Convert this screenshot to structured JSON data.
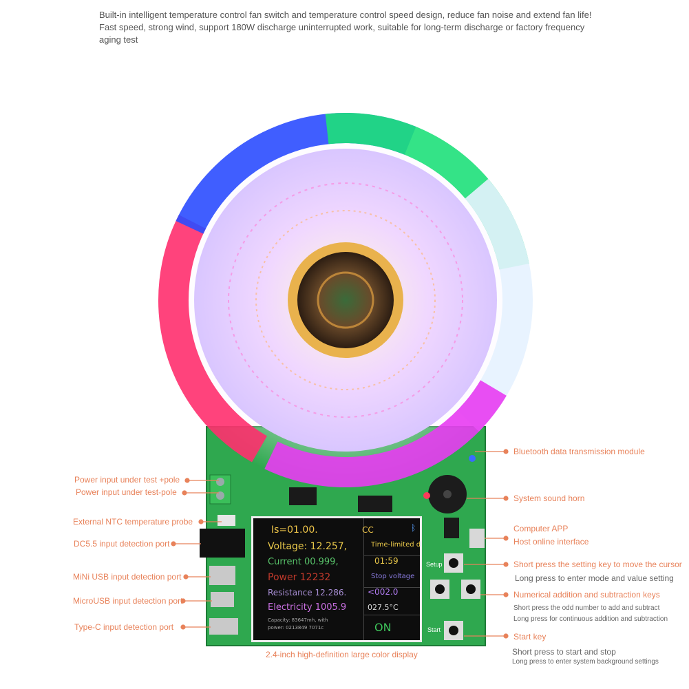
{
  "intro": "Built-in intelligent temperature control fan switch and temperature control speed design, reduce fan noise and extend fan life! Fast speed, strong wind, support 180W discharge uninterrupted work, suitable for long-term discharge or factory frequency aging test",
  "labels_left": [
    "Power input under test +pole",
    "Power input under test-pole",
    "External NTC temperature probe",
    "DC5.5 input detection port",
    "MiNi USB input detection port",
    "MicroUSB input detection port",
    "Type-C input detection port"
  ],
  "labels_right": {
    "bluetooth": "Bluetooth data transmission module",
    "horn": "System sound horn",
    "app": "Computer APP",
    "host": "Host online interface",
    "setup_title": "Short press the setting key to move the cursor",
    "setup_sub": "Long press to enter mode and value setting",
    "num_title": "Numerical addition and subtraction keys",
    "num_sub1": "Short press the odd number to add and subtract",
    "num_sub2": "Long press for continuous addition and subtraction",
    "start_title": "Start key",
    "start_sub1": "Short press to start and stop",
    "start_sub2": "Long press to enter system background settings"
  },
  "display_caption": "2.4-inch high-definition large color display",
  "screen": {
    "is": "Is=01.00.",
    "mode": "CC",
    "voltage": "Voltage: 12.257,",
    "current": "Current 00.999,",
    "power": "Power 12232",
    "resistance": "Resistance 12.286.",
    "electricity": "Electricity 1005.9",
    "capacity": "Capacity: 83647mh, with",
    "power_small": "power: 0213849 7071c",
    "time_limited": "Time-limited discharge",
    "time": "01:59",
    "stop_voltage": "Stop voltage",
    "stop_value": "<002.0",
    "temp": "027.5°C",
    "on": "ON"
  },
  "board_text": {
    "setup": "Setup",
    "start": "Start"
  },
  "colors": {
    "accent": "#e8825a",
    "board": "#2fa84f",
    "voltage": "#e9c84a",
    "current": "#58c36a",
    "power": "#c0392b",
    "resistance": "#a98fd6",
    "electricity": "#c86fe0"
  }
}
